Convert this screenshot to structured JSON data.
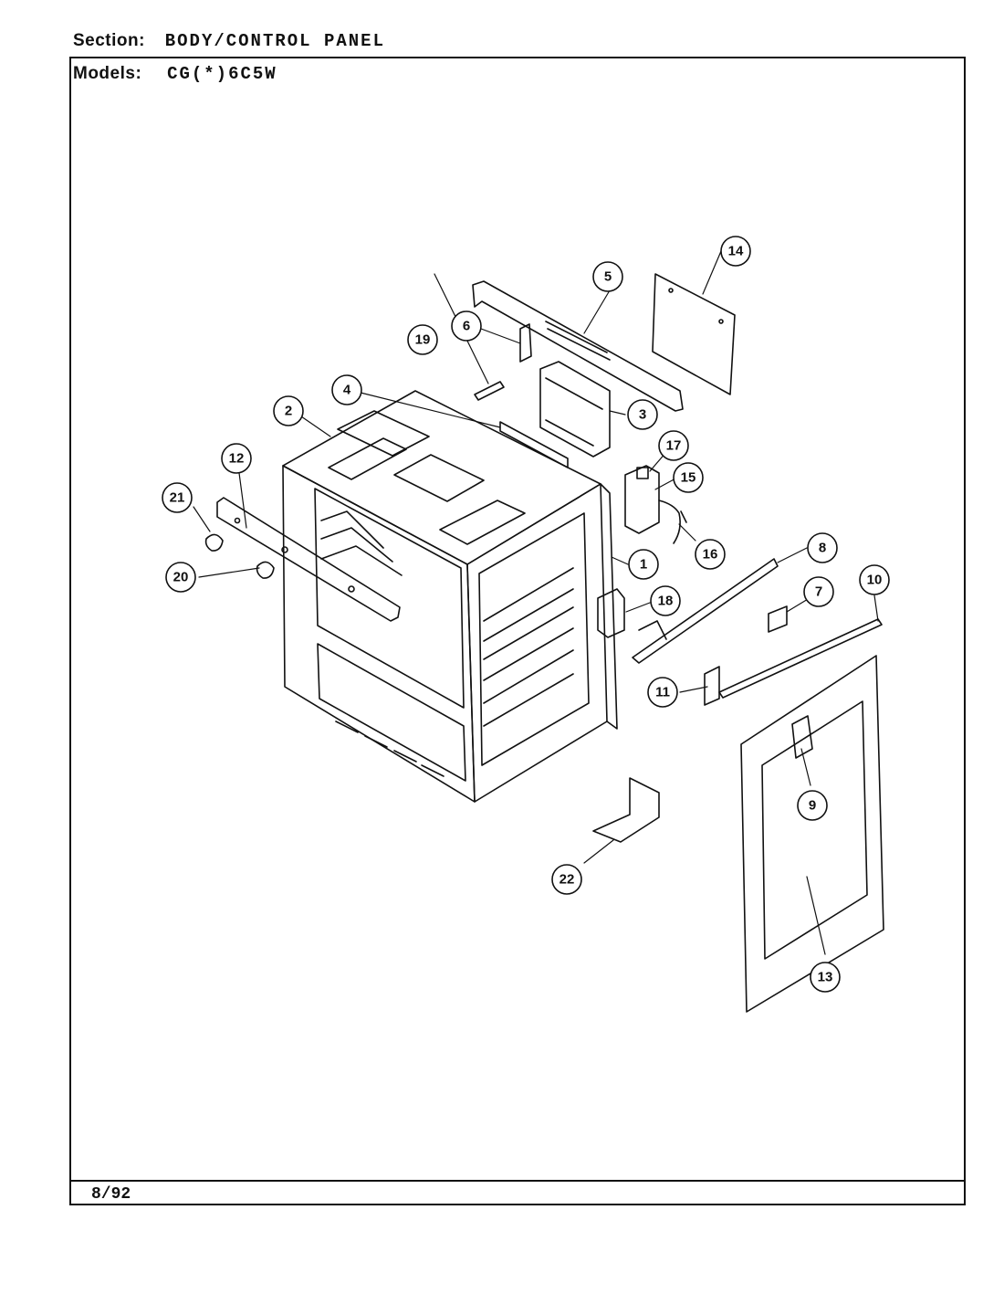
{
  "header": {
    "section_label": "Section:",
    "section_value": "BODY/CONTROL PANEL",
    "models_label": "Models:",
    "models_value": "CG(*)6C5W"
  },
  "footer": {
    "date": "8/92"
  },
  "callouts": [
    {
      "id": "c14",
      "number": "14"
    },
    {
      "id": "c5",
      "number": "5"
    },
    {
      "id": "c6",
      "number": "6"
    },
    {
      "id": "c19",
      "number": "19"
    },
    {
      "id": "c4",
      "number": "4"
    },
    {
      "id": "c3",
      "number": "3"
    },
    {
      "id": "c2",
      "number": "2"
    },
    {
      "id": "c17",
      "number": "17"
    },
    {
      "id": "c15",
      "number": "15"
    },
    {
      "id": "c12",
      "number": "12"
    },
    {
      "id": "c21",
      "number": "21"
    },
    {
      "id": "c16",
      "number": "16"
    },
    {
      "id": "c8",
      "number": "8"
    },
    {
      "id": "c1",
      "number": "1"
    },
    {
      "id": "c20",
      "number": "20"
    },
    {
      "id": "c10",
      "number": "10"
    },
    {
      "id": "c7",
      "number": "7"
    },
    {
      "id": "c18",
      "number": "18"
    },
    {
      "id": "c11",
      "number": "11"
    },
    {
      "id": "c9",
      "number": "9"
    },
    {
      "id": "c22",
      "number": "22"
    },
    {
      "id": "c13",
      "number": "13"
    }
  ]
}
